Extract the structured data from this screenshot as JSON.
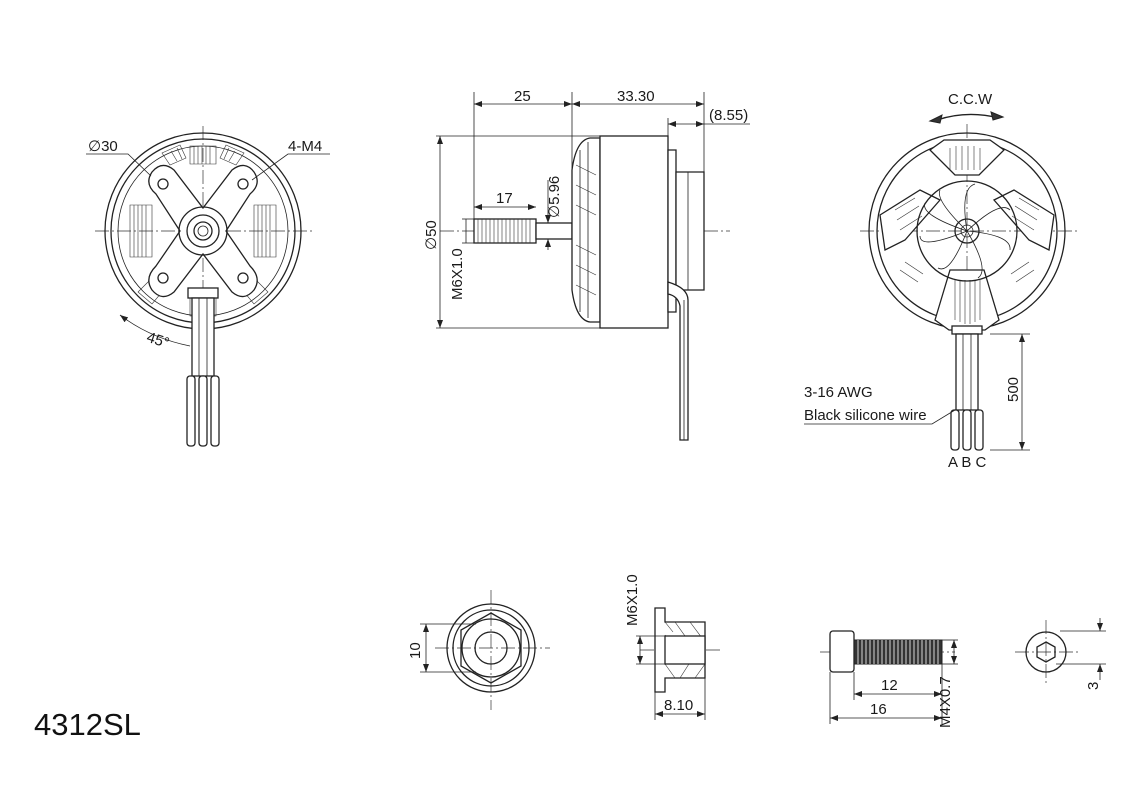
{
  "title": "4312SL",
  "front_view": {
    "diameter": "∅30",
    "mount_holes": "4-M4",
    "angle": "45°"
  },
  "side_view": {
    "length_shaft": "25",
    "length_body": "33.30",
    "length_base": "(8.55)",
    "shaft_thread_len": "17",
    "shaft_dia": "∅5.96",
    "body_dia": "∅50",
    "thread": "M6X1.0"
  },
  "rear_view": {
    "rotation": "C.C.W",
    "wire_gauge": "3-16 AWG",
    "wire_type": "Black silicone wire",
    "wire_length": "500",
    "phase_labels": "A B C"
  },
  "nut_front": {
    "width": "10"
  },
  "nut_side": {
    "thread": "M6X1.0",
    "length": "8.10"
  },
  "screw": {
    "thread_len": "12",
    "total_len": "16",
    "thread": "M4X0.7"
  },
  "screw_head": {
    "size": "3"
  },
  "arrow_heads": {
    "end_markers": "marker arrowhead",
    "start_markers": "marker arrowhead-start",
    "width": "8",
    "height": "6"
  }
}
